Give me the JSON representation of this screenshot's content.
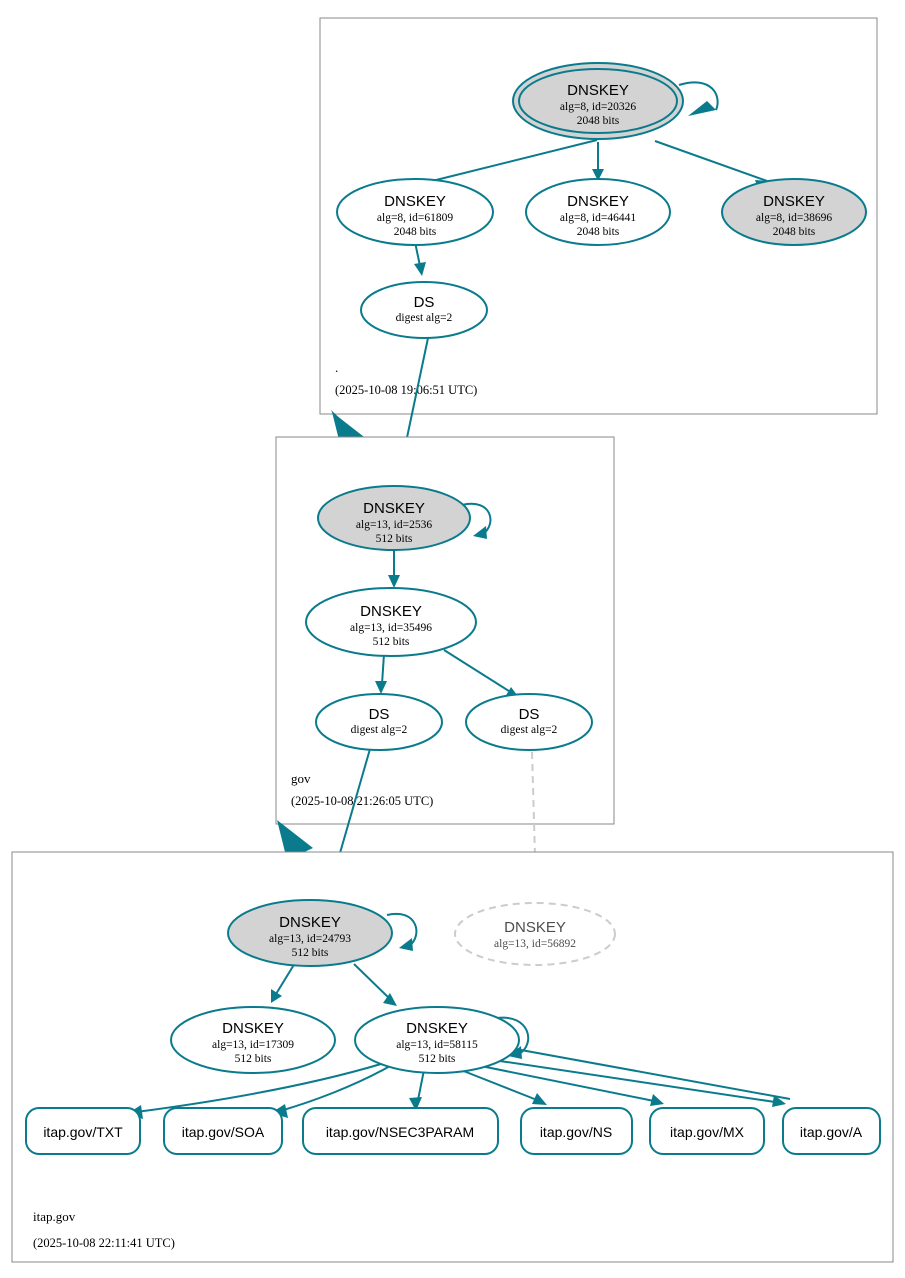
{
  "diagram": {
    "kind": "dnssec-authentication-chain",
    "accent_color": "#0a7b8c",
    "secure_fill_color": "#d3d3d3",
    "insecure_color": "#cccccc"
  },
  "zones": [
    {
      "id": "root",
      "label": ".",
      "timestamp": "(2025-10-08 19:06:51 UTC)",
      "nodes": [
        {
          "id": "ksk20326",
          "type": "DNSKEY",
          "title": "DNSKEY",
          "line2": "alg=8, id=20326",
          "line3": "2048 bits",
          "style": "trust-anchor-filled"
        },
        {
          "id": "zsk61809",
          "type": "DNSKEY",
          "title": "DNSKEY",
          "line2": "alg=8, id=61809",
          "line3": "2048 bits",
          "style": "hollow"
        },
        {
          "id": "zsk46441",
          "type": "DNSKEY",
          "title": "DNSKEY",
          "line2": "alg=8, id=46441",
          "line3": "2048 bits",
          "style": "hollow"
        },
        {
          "id": "zsk38696",
          "type": "DNSKEY",
          "title": "DNSKEY",
          "line2": "alg=8, id=38696",
          "line3": "2048 bits",
          "style": "filled"
        },
        {
          "id": "ds-root-gov",
          "type": "DS",
          "title": "DS",
          "line2": "digest alg=2",
          "line3": "",
          "style": "hollow"
        }
      ]
    },
    {
      "id": "gov",
      "label": "gov",
      "timestamp": "(2025-10-08 21:26:05 UTC)",
      "nodes": [
        {
          "id": "ksk2536",
          "type": "DNSKEY",
          "title": "DNSKEY",
          "line2": "alg=13, id=2536",
          "line3": "512 bits",
          "style": "filled"
        },
        {
          "id": "zsk35496",
          "type": "DNSKEY",
          "title": "DNSKEY",
          "line2": "alg=13, id=35496",
          "line3": "512 bits",
          "style": "hollow"
        },
        {
          "id": "ds-gov-a",
          "type": "DS",
          "title": "DS",
          "line2": "digest alg=2",
          "line3": "",
          "style": "hollow"
        },
        {
          "id": "ds-gov-b",
          "type": "DS",
          "title": "DS",
          "line2": "digest alg=2",
          "line3": "",
          "style": "hollow"
        }
      ]
    },
    {
      "id": "itap",
      "label": "itap.gov",
      "timestamp": "(2025-10-08 22:11:41 UTC)",
      "nodes": [
        {
          "id": "ksk24793",
          "type": "DNSKEY",
          "title": "DNSKEY",
          "line2": "alg=13, id=24793",
          "line3": "512 bits",
          "style": "filled"
        },
        {
          "id": "key56892",
          "type": "DNSKEY",
          "title": "DNSKEY",
          "line2": "alg=13, id=56892",
          "line3": "",
          "style": "ghost"
        },
        {
          "id": "zsk17309",
          "type": "DNSKEY",
          "title": "DNSKEY",
          "line2": "alg=13, id=17309",
          "line3": "512 bits",
          "style": "hollow"
        },
        {
          "id": "zsk58115",
          "type": "DNSKEY",
          "title": "DNSKEY",
          "line2": "alg=13, id=58115",
          "line3": "512 bits",
          "style": "hollow"
        }
      ],
      "rrsets": [
        {
          "id": "rr-txt",
          "label": "itap.gov/TXT"
        },
        {
          "id": "rr-soa",
          "label": "itap.gov/SOA"
        },
        {
          "id": "rr-nsec3param",
          "label": "itap.gov/NSEC3PARAM"
        },
        {
          "id": "rr-ns",
          "label": "itap.gov/NS"
        },
        {
          "id": "rr-mx",
          "label": "itap.gov/MX"
        },
        {
          "id": "rr-a",
          "label": "itap.gov/A"
        }
      ]
    }
  ]
}
